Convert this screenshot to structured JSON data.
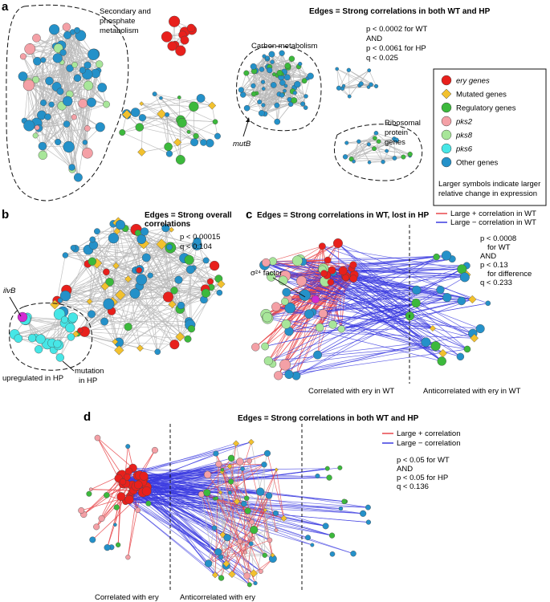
{
  "panels": {
    "a": {
      "letter": "a",
      "edges_title": "Edges = Strong correlations in both WT and HP",
      "stats": [
        "p < 0.0002 for WT",
        "AND",
        "p < 0.0061 for HP",
        "q < 0.025"
      ],
      "cluster_labels": {
        "secondary": [
          "Secondary and",
          "phosphate",
          "metabolism"
        ],
        "carbon": "Carbon metabolism",
        "ribosomal": [
          "Ribosomal",
          "protein",
          "genes"
        ]
      },
      "callouts": {
        "mutB": "mutB"
      },
      "legend": {
        "items": [
          {
            "label": "ery genes",
            "color": "#e8201c",
            "shape": "circle"
          },
          {
            "label": "Mutated genes",
            "color": "#f2c12e",
            "shape": "diamond"
          },
          {
            "label": "Regulatory genes",
            "color": "#3cb93c",
            "shape": "circle"
          },
          {
            "label": "pks2",
            "color": "#f4a0a6",
            "shape": "circle"
          },
          {
            "label": "pks8",
            "color": "#a8e69a",
            "shape": "circle"
          },
          {
            "label": "pks6",
            "color": "#46e6e6",
            "shape": "circle"
          },
          {
            "label": "Other genes",
            "color": "#2491c9",
            "shape": "circle"
          }
        ],
        "footer": [
          "Larger symbols indicate larger",
          "relative change in expression"
        ]
      }
    },
    "b": {
      "letter": "b",
      "edges_title": [
        "Edges = Strong overall",
        "correlations"
      ],
      "stats": [
        "p < 0.00015",
        "q < 0.104"
      ],
      "callouts": {
        "ilvB": "ilvB",
        "upregulated": "upregulated in HP",
        "mutation": [
          "mutation",
          "in HP"
        ]
      }
    },
    "c": {
      "letter": "c",
      "edges_title": "Edges = Strong correlations in WT, lost in HP",
      "legend": [
        "Large + correlation in WT",
        "Large − correlation in WT"
      ],
      "stats": [
        "p < 0.0008",
        "for WT",
        "AND",
        "p < 0.13",
        "for difference",
        "q < 0.233"
      ],
      "callouts": {
        "sigma": "σ²⁴ factor"
      },
      "bottom": {
        "left": "Correlated with ery in WT",
        "right": "Anticorrelated with ery in WT"
      }
    },
    "d": {
      "letter": "d",
      "edges_title": "Edges = Strong correlations in both WT and HP",
      "legend": [
        "Large + correlation",
        "Large − correlation"
      ],
      "stats": [
        "p < 0.05 for WT",
        "AND",
        "p < 0.05 for HP",
        "q < 0.136"
      ],
      "bottom": {
        "left": "Correlated with ery",
        "right": "Anticorrelated with ery"
      }
    }
  },
  "colors": {
    "ery": "#e8201c",
    "mutated": "#f2c12e",
    "regulatory": "#3cb93c",
    "pks2": "#f4a0a6",
    "pks8": "#a8e69a",
    "pks6": "#46e6e6",
    "other": "#2491c9",
    "pos_edge": "#e8474a",
    "neg_edge": "#3a3ae0",
    "gray_edge": "#b9b9b9",
    "ilvB": "#d22ad2"
  }
}
